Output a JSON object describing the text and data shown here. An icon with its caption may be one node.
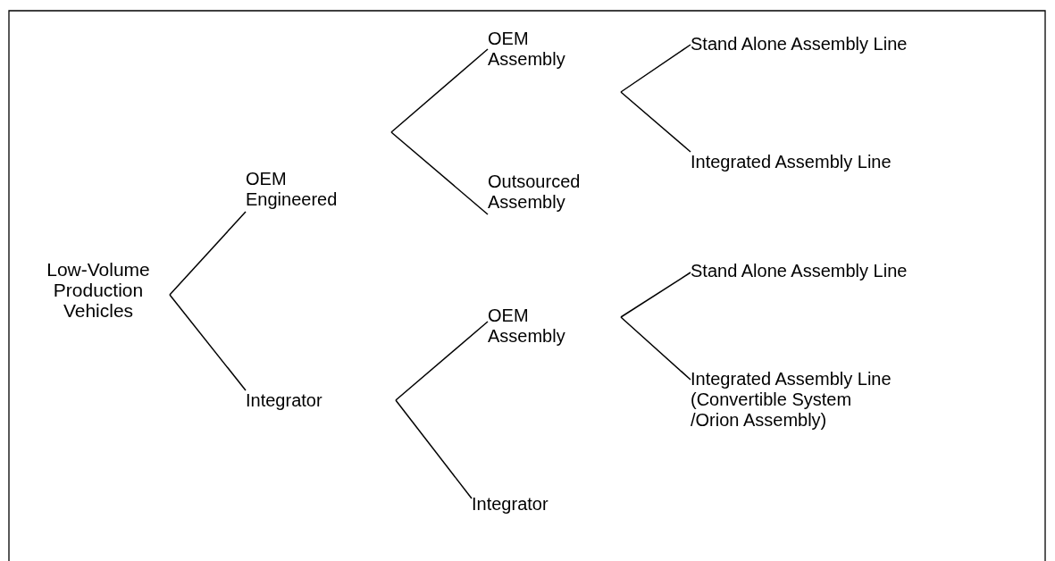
{
  "diagram": {
    "nodes": [
      {
        "text": [
          "Low-Volume Production Vehicles"
        ]
      },
      {
        "text": [
          "OEM Engineered"
        ]
      },
      {
        "text": [
          "OEM Assembly"
        ]
      },
      {
        "text": [
          "Outsourced Assembly"
        ]
      },
      {
        "text": [
          "Stand Alone Assembly Line"
        ]
      },
      {
        "text": [
          "Integrated Assembly Line"
        ]
      },
      {
        "text": [
          "Integrator"
        ]
      },
      {
        "text": [
          "OEM Assembly"
        ]
      },
      {
        "text": [
          "Integrator"
        ]
      },
      {
        "text": [
          "Stand Alone Assembly Line"
        ]
      },
      {
        "text": [
          "Integrated Assembly Line (Convertible System /Orion Assembly)"
        ]
      }
    ],
    "edges": [
      {
        "from": 0,
        "to": 1,
        "arrow": "none"
      },
      {
        "from": 0,
        "to": 6,
        "arrow": "none"
      },
      {
        "from": 1,
        "to": 2,
        "arrow": "none"
      },
      {
        "from": 1,
        "to": 3,
        "arrow": "none"
      },
      {
        "from": 2,
        "to": 4,
        "arrow": "none"
      },
      {
        "from": 2,
        "to": 5,
        "arrow": "none"
      },
      {
        "from": 6,
        "to": 7,
        "arrow": "none"
      },
      {
        "from": 6,
        "to": 8,
        "arrow": "none"
      },
      {
        "from": 7,
        "to": 9,
        "arrow": "none"
      },
      {
        "from": 7,
        "to": 10,
        "arrow": "none"
      }
    ]
  }
}
